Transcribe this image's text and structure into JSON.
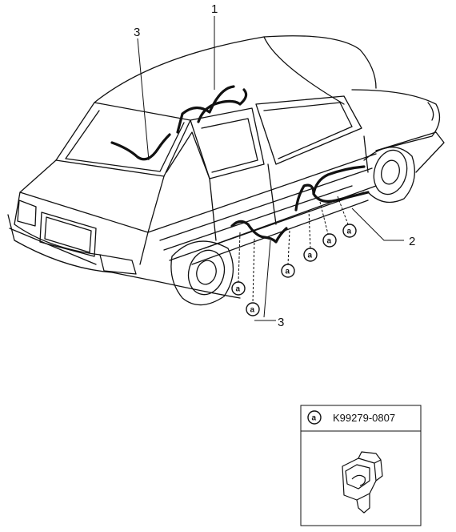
{
  "callouts": {
    "wiring_top": "1",
    "wiring_door_front": "2",
    "wiring_left_upper": "3",
    "wiring_door_rear": "3"
  },
  "clip_marker": "a",
  "parts_box": {
    "marker": "a",
    "part_number": "K99279-0807",
    "icon": "wire-clip-icon"
  }
}
